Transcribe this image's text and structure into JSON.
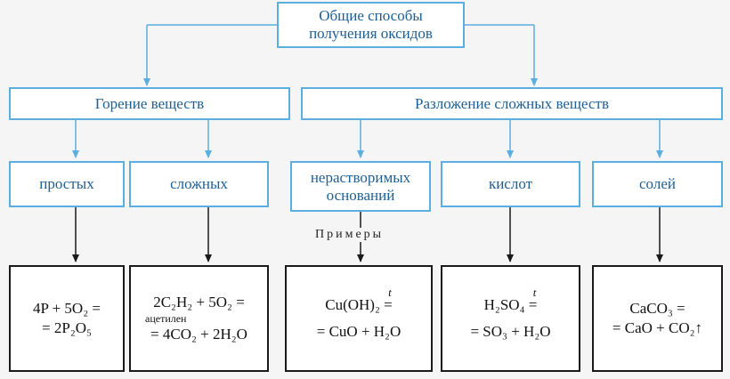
{
  "root": {
    "line1": "Общие способы",
    "line2": "получения оксидов"
  },
  "branches": [
    {
      "label": "Горение веществ"
    },
    {
      "label": "Разложение сложных веществ"
    }
  ],
  "categories": [
    {
      "line1": "простых"
    },
    {
      "line1": "сложных"
    },
    {
      "line1": "нерастворимых",
      "line2": "оснований"
    },
    {
      "line1": "кислот"
    },
    {
      "line1": "солей"
    }
  ],
  "examples_label": "Примеры",
  "examples": [
    {
      "line1": "4P + 5O₂ =",
      "line2": "= 2P₂O₅"
    },
    {
      "line1": "2C₂H₂ + 5O₂ =",
      "note": "ацетилен",
      "line2": "= 4CO₂ + 2H₂O"
    },
    {
      "line1": "Cu(OH)₂ =",
      "cond": "t",
      "line2": "= CuO + H₂O"
    },
    {
      "line1": "H₂SO₄ =",
      "cond": "t",
      "line2": "= SO₃ + H₂O"
    },
    {
      "line1": "CaCO₃ =",
      "line2": "= CaO + CO₂↑"
    }
  ],
  "colors": {
    "blue_border": "#5aaee0",
    "blue_text": "#1d5f95",
    "black": "#1a1a1a"
  }
}
